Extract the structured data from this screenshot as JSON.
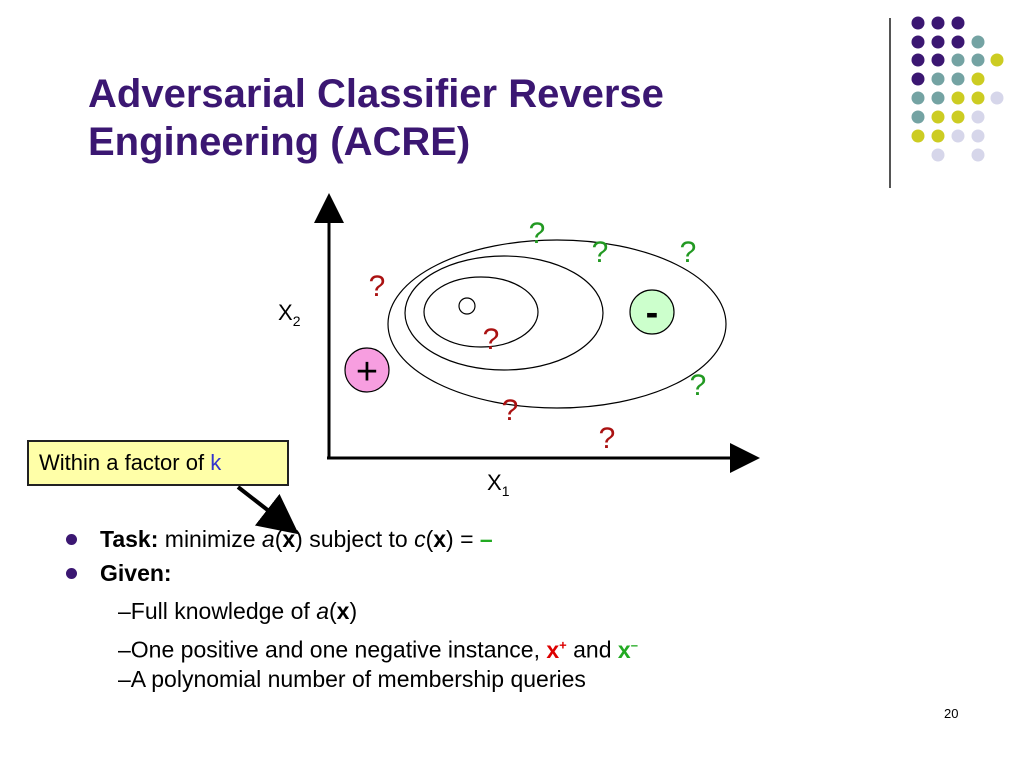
{
  "title_line1": "Adversarial Classifier Reverse",
  "title_line2": "Engineering (ACRE)",
  "diagram": {
    "x_label": "X",
    "x_sub": "1",
    "y_label": "X",
    "y_sub": "2",
    "query_mark": "?",
    "positive_mark": "+",
    "negative_mark": "-",
    "positive_color": "#f79ee0",
    "negative_color": "#ccffcc",
    "query_green": "#229922",
    "query_red": "#aa1111"
  },
  "callout": {
    "text": "Within a factor of ",
    "k": "k"
  },
  "bullets": {
    "task_label": "Task:",
    "task_text_1": " minimize ",
    "task_a": "a",
    "task_paren_open": "(",
    "task_x": "x",
    "task_text_2": ") subject to ",
    "task_c": "c",
    "task_text_3": ") = ",
    "task_minus": "–",
    "given_label": "Given:",
    "sub1_text": "–Full knowledge of ",
    "sub1_a": "a",
    "sub1_x": "x",
    "sub2_text": "–One positive and one negative instance, ",
    "sub2_xplus": "x",
    "sub2_plus": "+",
    "sub2_and": " and ",
    "sub2_xminus": "x",
    "sub2_minus": "–",
    "sub3_text": "–A polynomial number of membership queries"
  },
  "slide_number": "20"
}
